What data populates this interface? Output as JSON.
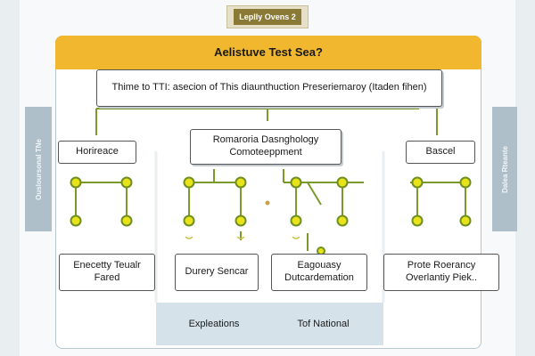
{
  "top_tab": "Leplly Ovens 2",
  "header": "Aelistuve Test Sea?",
  "main_box": "Thime to TTI: asecion of This diaunthuction Preseriemaroy (Itaden fihen)",
  "center_box": "Romaroria Dasnghology Comoteeppment",
  "side_left": "Ousloursonal TNe",
  "side_right": "Dalea Rteante",
  "nodes": [
    {
      "label": "Horireace"
    },
    {
      "label": "Bascel"
    }
  ],
  "bottom_boxes": [
    {
      "label": "Enecetty Teualr Fared"
    },
    {
      "label": "Durery Sencar"
    },
    {
      "label": "Eagouasy Dutcardemation"
    },
    {
      "label": "Prote Roerancy Overlantiy Piek.."
    }
  ],
  "bottom_band": [
    "Expleations",
    "Tof National"
  ],
  "colors": {
    "accent": "#f0b72f",
    "wire": "#7a9a2a",
    "node_fill": "#e8e21a",
    "band": "#d5e2ea"
  }
}
